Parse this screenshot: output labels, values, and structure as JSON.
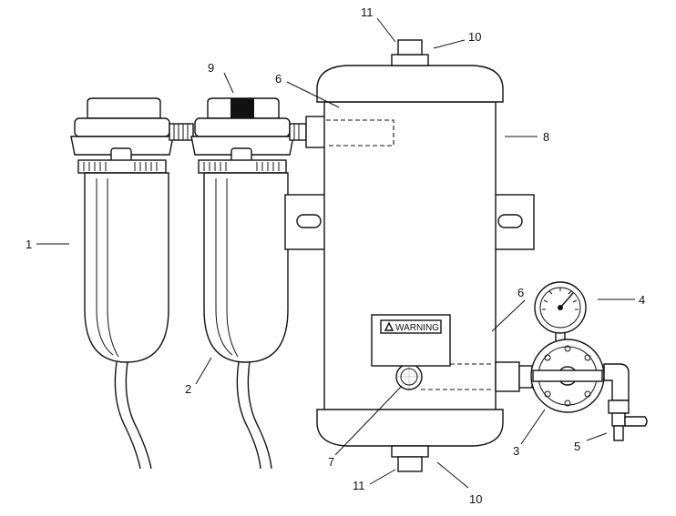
{
  "warning_label": "WARNING",
  "callouts": [
    "1",
    "2",
    "3",
    "4",
    "5",
    "6",
    "6",
    "7",
    "8",
    "9",
    "10",
    "10",
    "11",
    "11"
  ]
}
